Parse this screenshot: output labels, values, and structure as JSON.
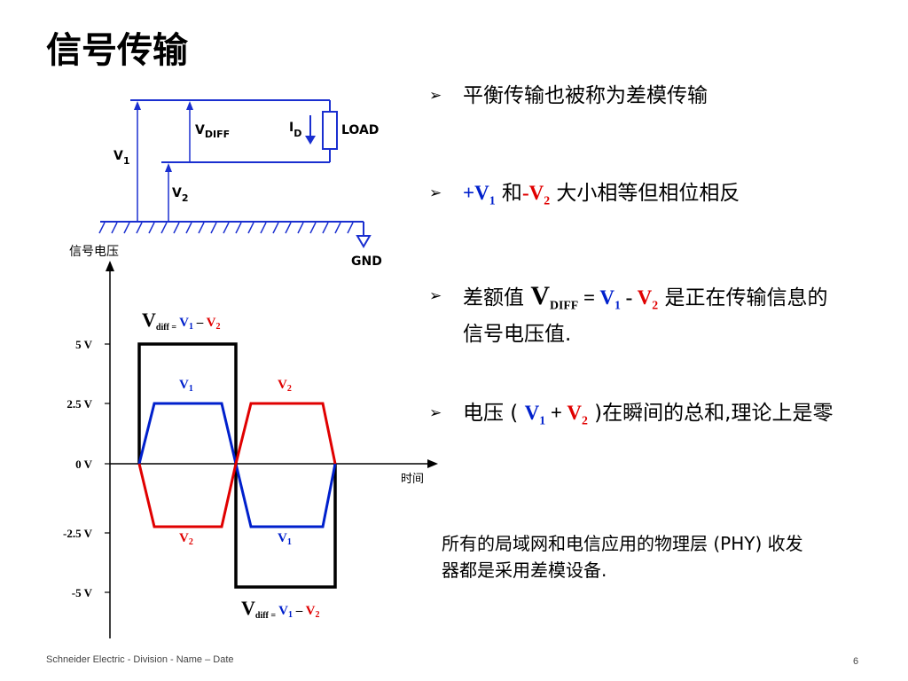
{
  "slide": {
    "title": "信号传输",
    "footer": "Schneider Electric - Division - Name – Date",
    "page_number": "6"
  },
  "circuit": {
    "vdiff": "V",
    "vdiff_sub": "DIFF",
    "v1": "V",
    "v1_sub": "1",
    "v2": "V",
    "v2_sub": "2",
    "id": "I",
    "id_sub": "D",
    "load": "LOAD",
    "gnd": "GND"
  },
  "waveform": {
    "ylabel": "信号电压",
    "xlabel": "时间",
    "ticks": [
      "5 V",
      "2.5 V",
      "0 V",
      "-2.5 V",
      "-5 V"
    ],
    "vdiff_label_main": "V",
    "vdiff_label_sub": "diff =",
    "v1": "V",
    "v1_sub": "1",
    "minus": " – ",
    "v2": "V",
    "v2_sub": "2"
  },
  "bullets": {
    "b1": "平衡传输也被称为差模传输",
    "b2_plus": "+V",
    "b2_sub1": "1",
    "b2_and": " 和",
    "b2_minus": "-V",
    "b2_sub2": "2",
    "b2_rest": " 大小相等但相位相反",
    "b3_pre": "差额值 ",
    "b3_v": "V",
    "b3_sub": "DIFF",
    "b3_eq": " = ",
    "b3_v1": "V",
    "b3_v1sub": "1",
    "b3_dash": " - ",
    "b3_v2": "V",
    "b3_v2sub": "2",
    "b3_rest": " 是正在传输信息的信号电压值.",
    "b4_pre": "电压 ( ",
    "b4_v1": "V",
    "b4_v1sub": "1",
    "b4_plus": " + ",
    "b4_v2": "V",
    "b4_v2sub": "2",
    "b4_rest": " )在瞬间的总和,理论上是零"
  },
  "note": "所有的局域网和电信应用的物理层 (PHY) 收发器都是采用差模设备.",
  "colors": {
    "blue": "#0020cc",
    "red": "#e00000",
    "black": "#000000"
  }
}
